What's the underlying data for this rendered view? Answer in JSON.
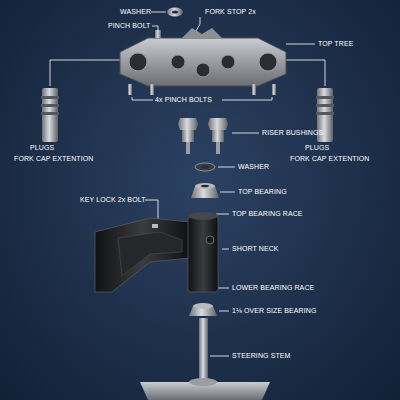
{
  "diagram": {
    "labels": [
      "WASHER",
      "FORK STOP 2x",
      "PINCH BOLT",
      "TOP TREE",
      "4x PINCH BOLTS",
      "PLUGS",
      "FORK CAP EXTENTION",
      "PLUGS",
      "FORK CAP EXTENTION",
      "RISER BUSHINGS",
      "WASHER",
      "TOP BEARING",
      "KEY LOCK 2x BOLT",
      "TOP BEARING RACE",
      "SHORT NECK",
      "LOWER BEARING RACE",
      "1⅛ OVER SIZE BEARING",
      "STEERING STEM"
    ]
  }
}
